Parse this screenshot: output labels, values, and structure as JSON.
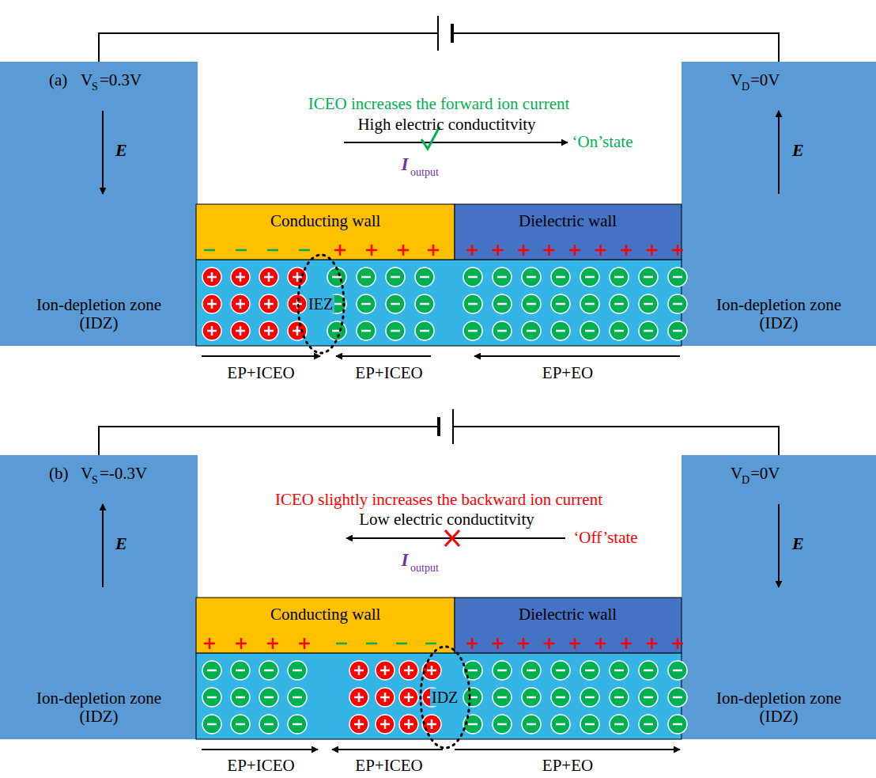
{
  "diagram": {
    "nodes": [
      {
        "text": [
          "(a)",
          "V",
          "S",
          "=0.3V",
          "E",
          "Ion-depletion zone (IDZ)"
        ]
      },
      {
        "text": [
          "V",
          "D",
          "=0V",
          "E",
          "Ion-depletion zone (IDZ)"
        ]
      },
      {
        "text": [
          "Conducting wall"
        ]
      },
      {
        "text": [
          "Dielectric wall"
        ]
      },
      {
        "text": [
          "IEZ"
        ]
      },
      {
        "text": [
          "(b)",
          "V",
          "S",
          "=-0.3V",
          "E",
          "Ion-depletion zone (IDZ)"
        ]
      },
      {
        "text": [
          "V",
          "D",
          "=0V",
          "E",
          "Ion-depletion zone (IDZ)"
        ]
      },
      {
        "text": [
          "Conducting wall"
        ]
      },
      {
        "text": [
          "Dielectric wall"
        ]
      },
      {
        "text": [
          "IDZ"
        ]
      }
    ],
    "edges": [
      {
        "from": 0,
        "to": 1,
        "arrow": "none"
      },
      {
        "from": 5,
        "to": 6,
        "arrow": "none"
      }
    ],
    "labels": [
      "ICEO  increases the forward ion current",
      "High electric conductitvity",
      "‘On’state",
      "I",
      "output",
      "EP+ICEO",
      "EP+ICEO",
      "EP+EO",
      "ICEO slightly increases the backward ion current",
      "Low electric conductitvity",
      "‘Off’state",
      "I",
      "output",
      "EP+ICEO",
      "EP+ICEO",
      "EP+EO"
    ]
  }
}
